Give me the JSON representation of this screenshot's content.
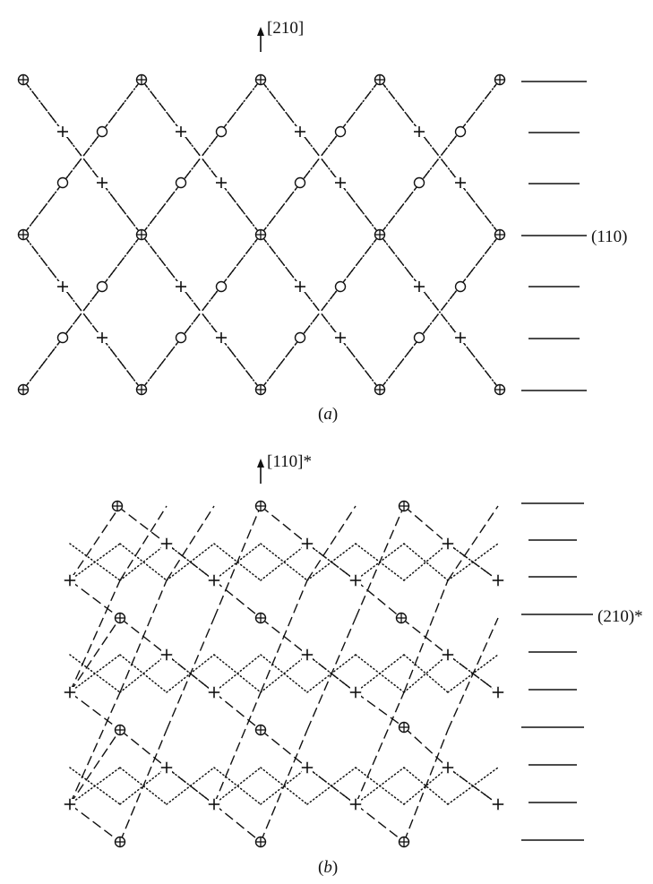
{
  "panel_a": {
    "direction_label": "[210]",
    "plane_label": "(110)",
    "caption_prefix": "(",
    "caption_letter": "a",
    "caption_suffix": ")"
  },
  "panel_b": {
    "direction_label": "[110]*",
    "plane_label": "(210)*",
    "caption_prefix": "(",
    "caption_letter": "b",
    "caption_suffix": ")"
  },
  "legend_symbols": [
    "circled-plus",
    "open-circle",
    "plus"
  ],
  "colors": {
    "ink": "#111111",
    "background": "#ffffff"
  }
}
